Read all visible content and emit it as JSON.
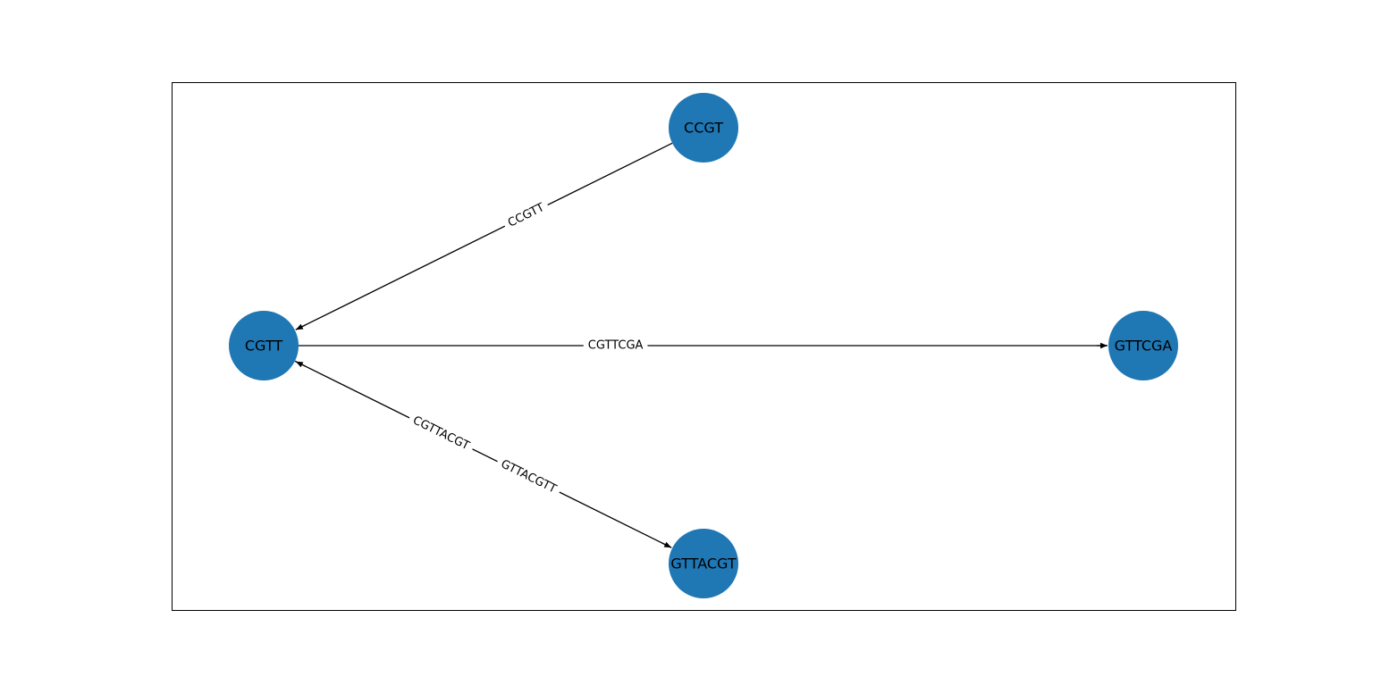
{
  "graph": {
    "directed": true,
    "node_color": "#1f77b4",
    "edge_color": "#000000",
    "nodes": [
      {
        "id": "CCGT",
        "label": "CCGT"
      },
      {
        "id": "CGTT",
        "label": "CGTT"
      },
      {
        "id": "GTTCGA",
        "label": "GTTCGA"
      },
      {
        "id": "GTTACGT",
        "label": "GTTACGT"
      }
    ],
    "edges": [
      {
        "source": "CCGT",
        "target": "CGTT",
        "label": "CCGTT"
      },
      {
        "source": "CGTT",
        "target": "GTTCGA",
        "label": "CGTTCGA"
      },
      {
        "source": "CGTT",
        "target": "GTTACGT",
        "label": "CGTTACGT"
      },
      {
        "source": "GTTACGT",
        "target": "CGTT",
        "label": "GTTACGTT"
      }
    ]
  }
}
